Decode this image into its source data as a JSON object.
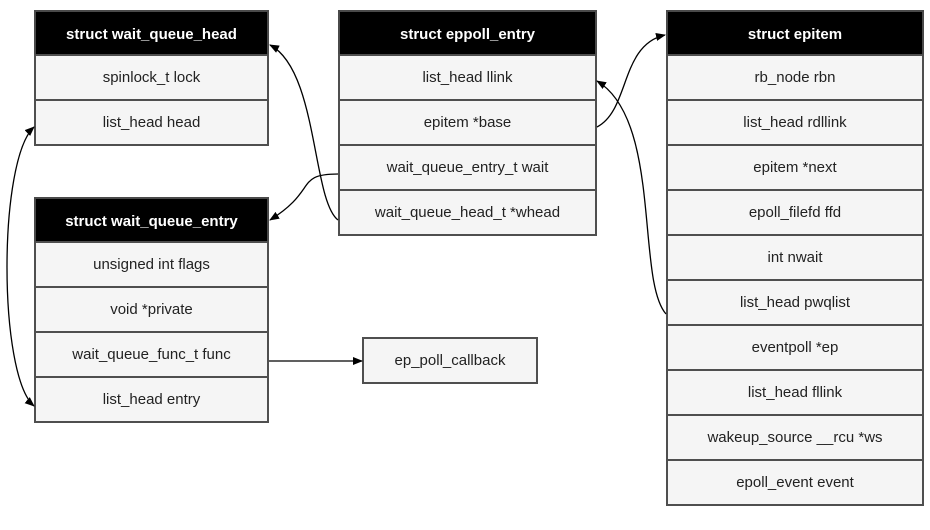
{
  "wait_queue_head": {
    "title": "struct wait_queue_head",
    "fields": [
      "spinlock_t lock",
      "list_head head"
    ]
  },
  "wait_queue_entry": {
    "title": "struct wait_queue_entry",
    "fields": [
      "unsigned int flags",
      "void *private",
      "wait_queue_func_t func",
      "list_head entry"
    ]
  },
  "eppoll_entry": {
    "title": "struct eppoll_entry",
    "fields": [
      "list_head llink",
      "epitem *base",
      "wait_queue_entry_t wait",
      "wait_queue_head_t *whead"
    ]
  },
  "epitem": {
    "title": "struct epitem",
    "fields": [
      "rb_node rbn",
      "list_head rdllink",
      "epitem *next",
      "epoll_filefd ffd",
      "int nwait",
      "list_head pwqlist",
      "eventpoll *ep",
      "list_head fllink",
      "wakeup_source __rcu *ws",
      "epoll_event event"
    ]
  },
  "callback": {
    "label": "ep_poll_callback"
  }
}
